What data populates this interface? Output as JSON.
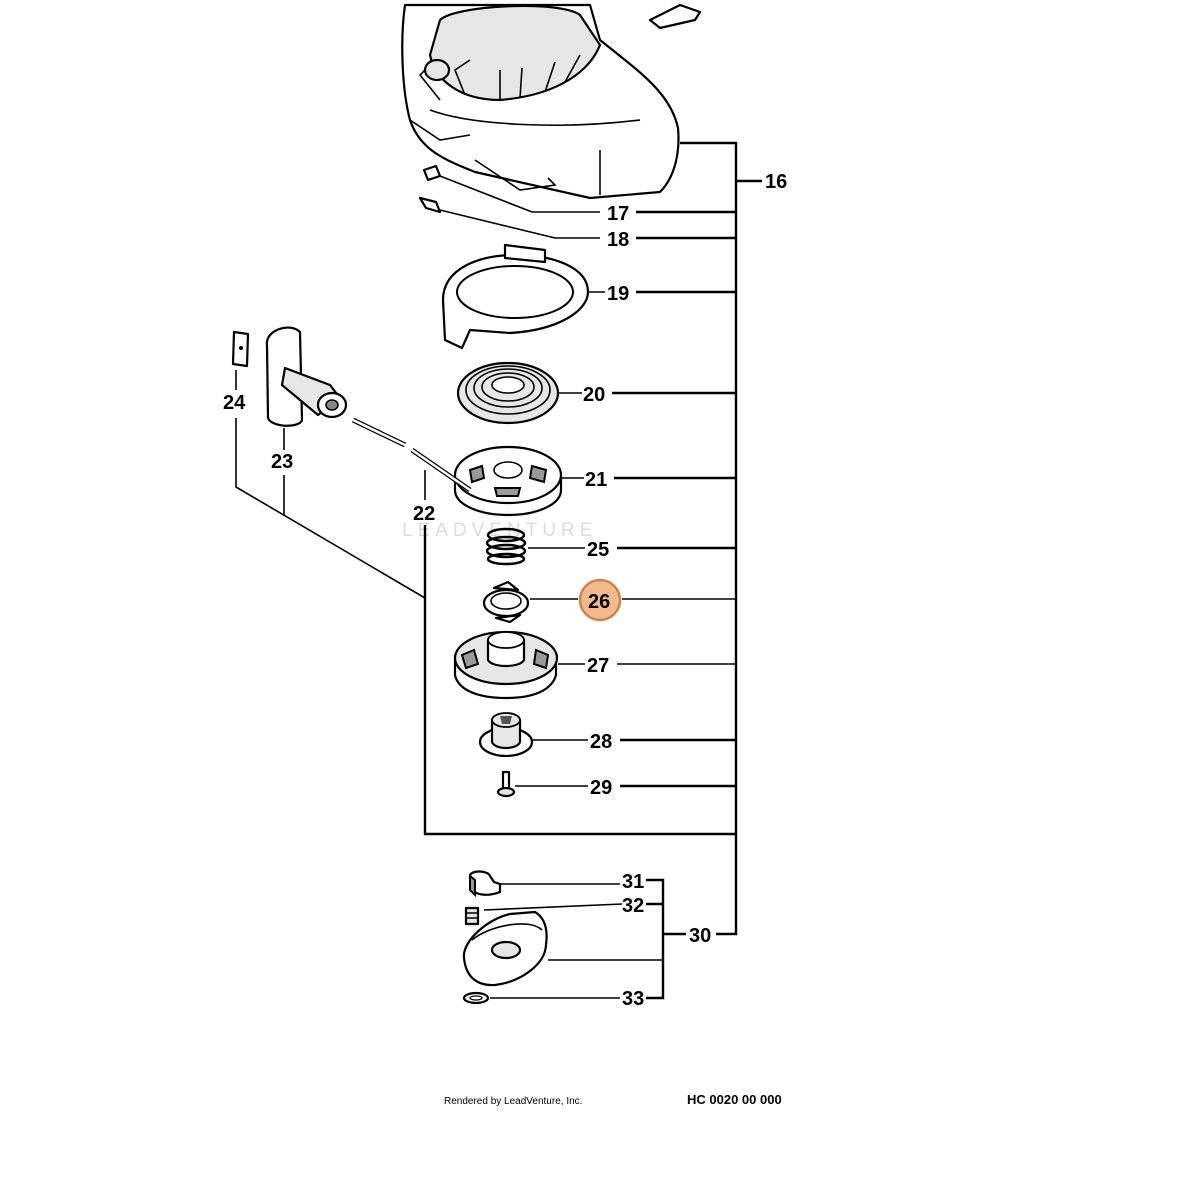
{
  "diagram": {
    "callouts": [
      {
        "id": "16",
        "label": "16"
      },
      {
        "id": "17",
        "label": "17"
      },
      {
        "id": "18",
        "label": "18"
      },
      {
        "id": "19",
        "label": "19"
      },
      {
        "id": "20",
        "label": "20"
      },
      {
        "id": "21",
        "label": "21"
      },
      {
        "id": "22",
        "label": "22"
      },
      {
        "id": "23",
        "label": "23"
      },
      {
        "id": "24",
        "label": "24"
      },
      {
        "id": "25",
        "label": "25"
      },
      {
        "id": "26",
        "label": "26",
        "highlighted": true
      },
      {
        "id": "27",
        "label": "27"
      },
      {
        "id": "28",
        "label": "28"
      },
      {
        "id": "29",
        "label": "29"
      },
      {
        "id": "30",
        "label": "30"
      },
      {
        "id": "31",
        "label": "31"
      },
      {
        "id": "32",
        "label": "32"
      },
      {
        "id": "33",
        "label": "33"
      }
    ],
    "highlight_color": "#f2b98a",
    "watermark": "LEADVENTURE"
  },
  "footer": {
    "credit": "Rendered by LeadVenture, Inc.",
    "code": "HC 0020 00 000"
  }
}
